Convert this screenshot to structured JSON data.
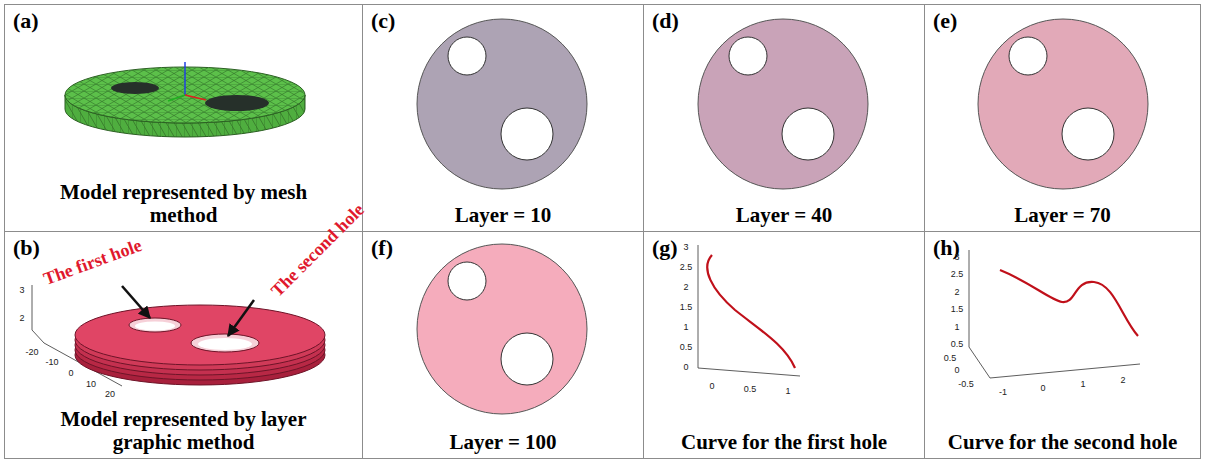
{
  "diagram": {
    "nodes": [
      {
        "text": [
          "(a)",
          "Model represented by mesh method"
        ]
      },
      {
        "text": [
          "(c)",
          "Layer = 10"
        ]
      },
      {
        "text": [
          "(d)",
          "Layer = 40"
        ]
      },
      {
        "text": [
          "(e)",
          "Layer = 70"
        ]
      },
      {
        "text": [
          "(b)",
          "Model represented by layer graphic method"
        ]
      },
      {
        "text": [
          "(f)",
          "Layer = 100"
        ]
      },
      {
        "text": [
          "(g)",
          "Curve for the first hole"
        ]
      },
      {
        "text": [
          "(h)",
          "Curve for the second hole"
        ]
      }
    ],
    "labels": [
      "The first hole",
      "The second hole",
      "3",
      "2",
      "-20",
      "-10",
      "0",
      "10",
      "20",
      "3",
      "2.5",
      "2",
      "1.5",
      "1",
      "0.5",
      "0",
      "0",
      "0.5",
      "1",
      "3",
      "2.5",
      "2",
      "1.5",
      "1",
      "0.5",
      "0.5",
      "0",
      "-0.5",
      "-1",
      "0",
      "1",
      "2"
    ]
  }
}
